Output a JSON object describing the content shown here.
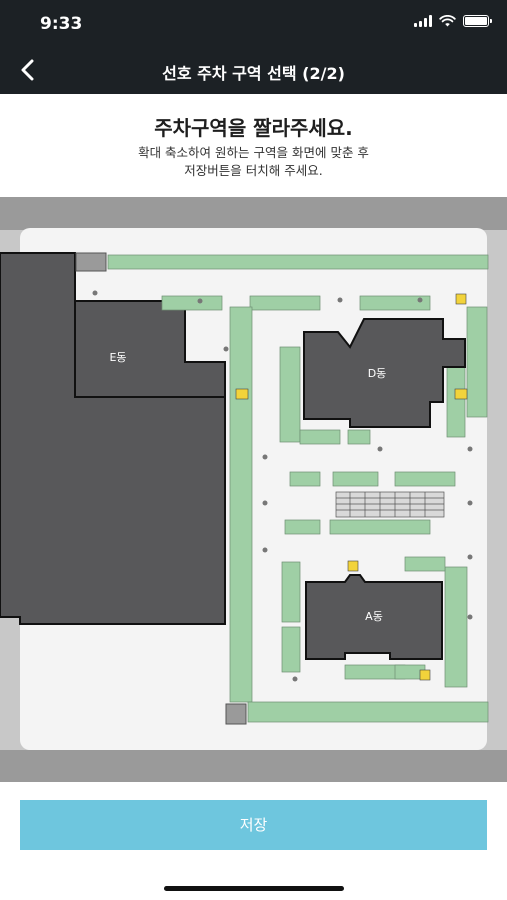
{
  "status_bar": {
    "time": "9:33"
  },
  "nav": {
    "title": "선호 주차 구역 선택 (2/2)",
    "back_icon": "chevron-left-icon"
  },
  "instructions": {
    "headline": "주차구역을 짤라주세요.",
    "line1": "확대 축소하여 원하는 구역을 화면에 맞춘 후",
    "line2": "저장버튼을 터치해 주세요."
  },
  "map": {
    "buildings": {
      "e": "E동",
      "d": "D동",
      "a": "A동"
    },
    "colors": {
      "building": "#58585a",
      "stall": "#9fcfa5",
      "background": "#f3f3f3",
      "outer": "#9a9a9a"
    }
  },
  "footer": {
    "save_label": "저장"
  },
  "colors": {
    "topbar": "#1c2125",
    "accent": "#6ec6de"
  }
}
